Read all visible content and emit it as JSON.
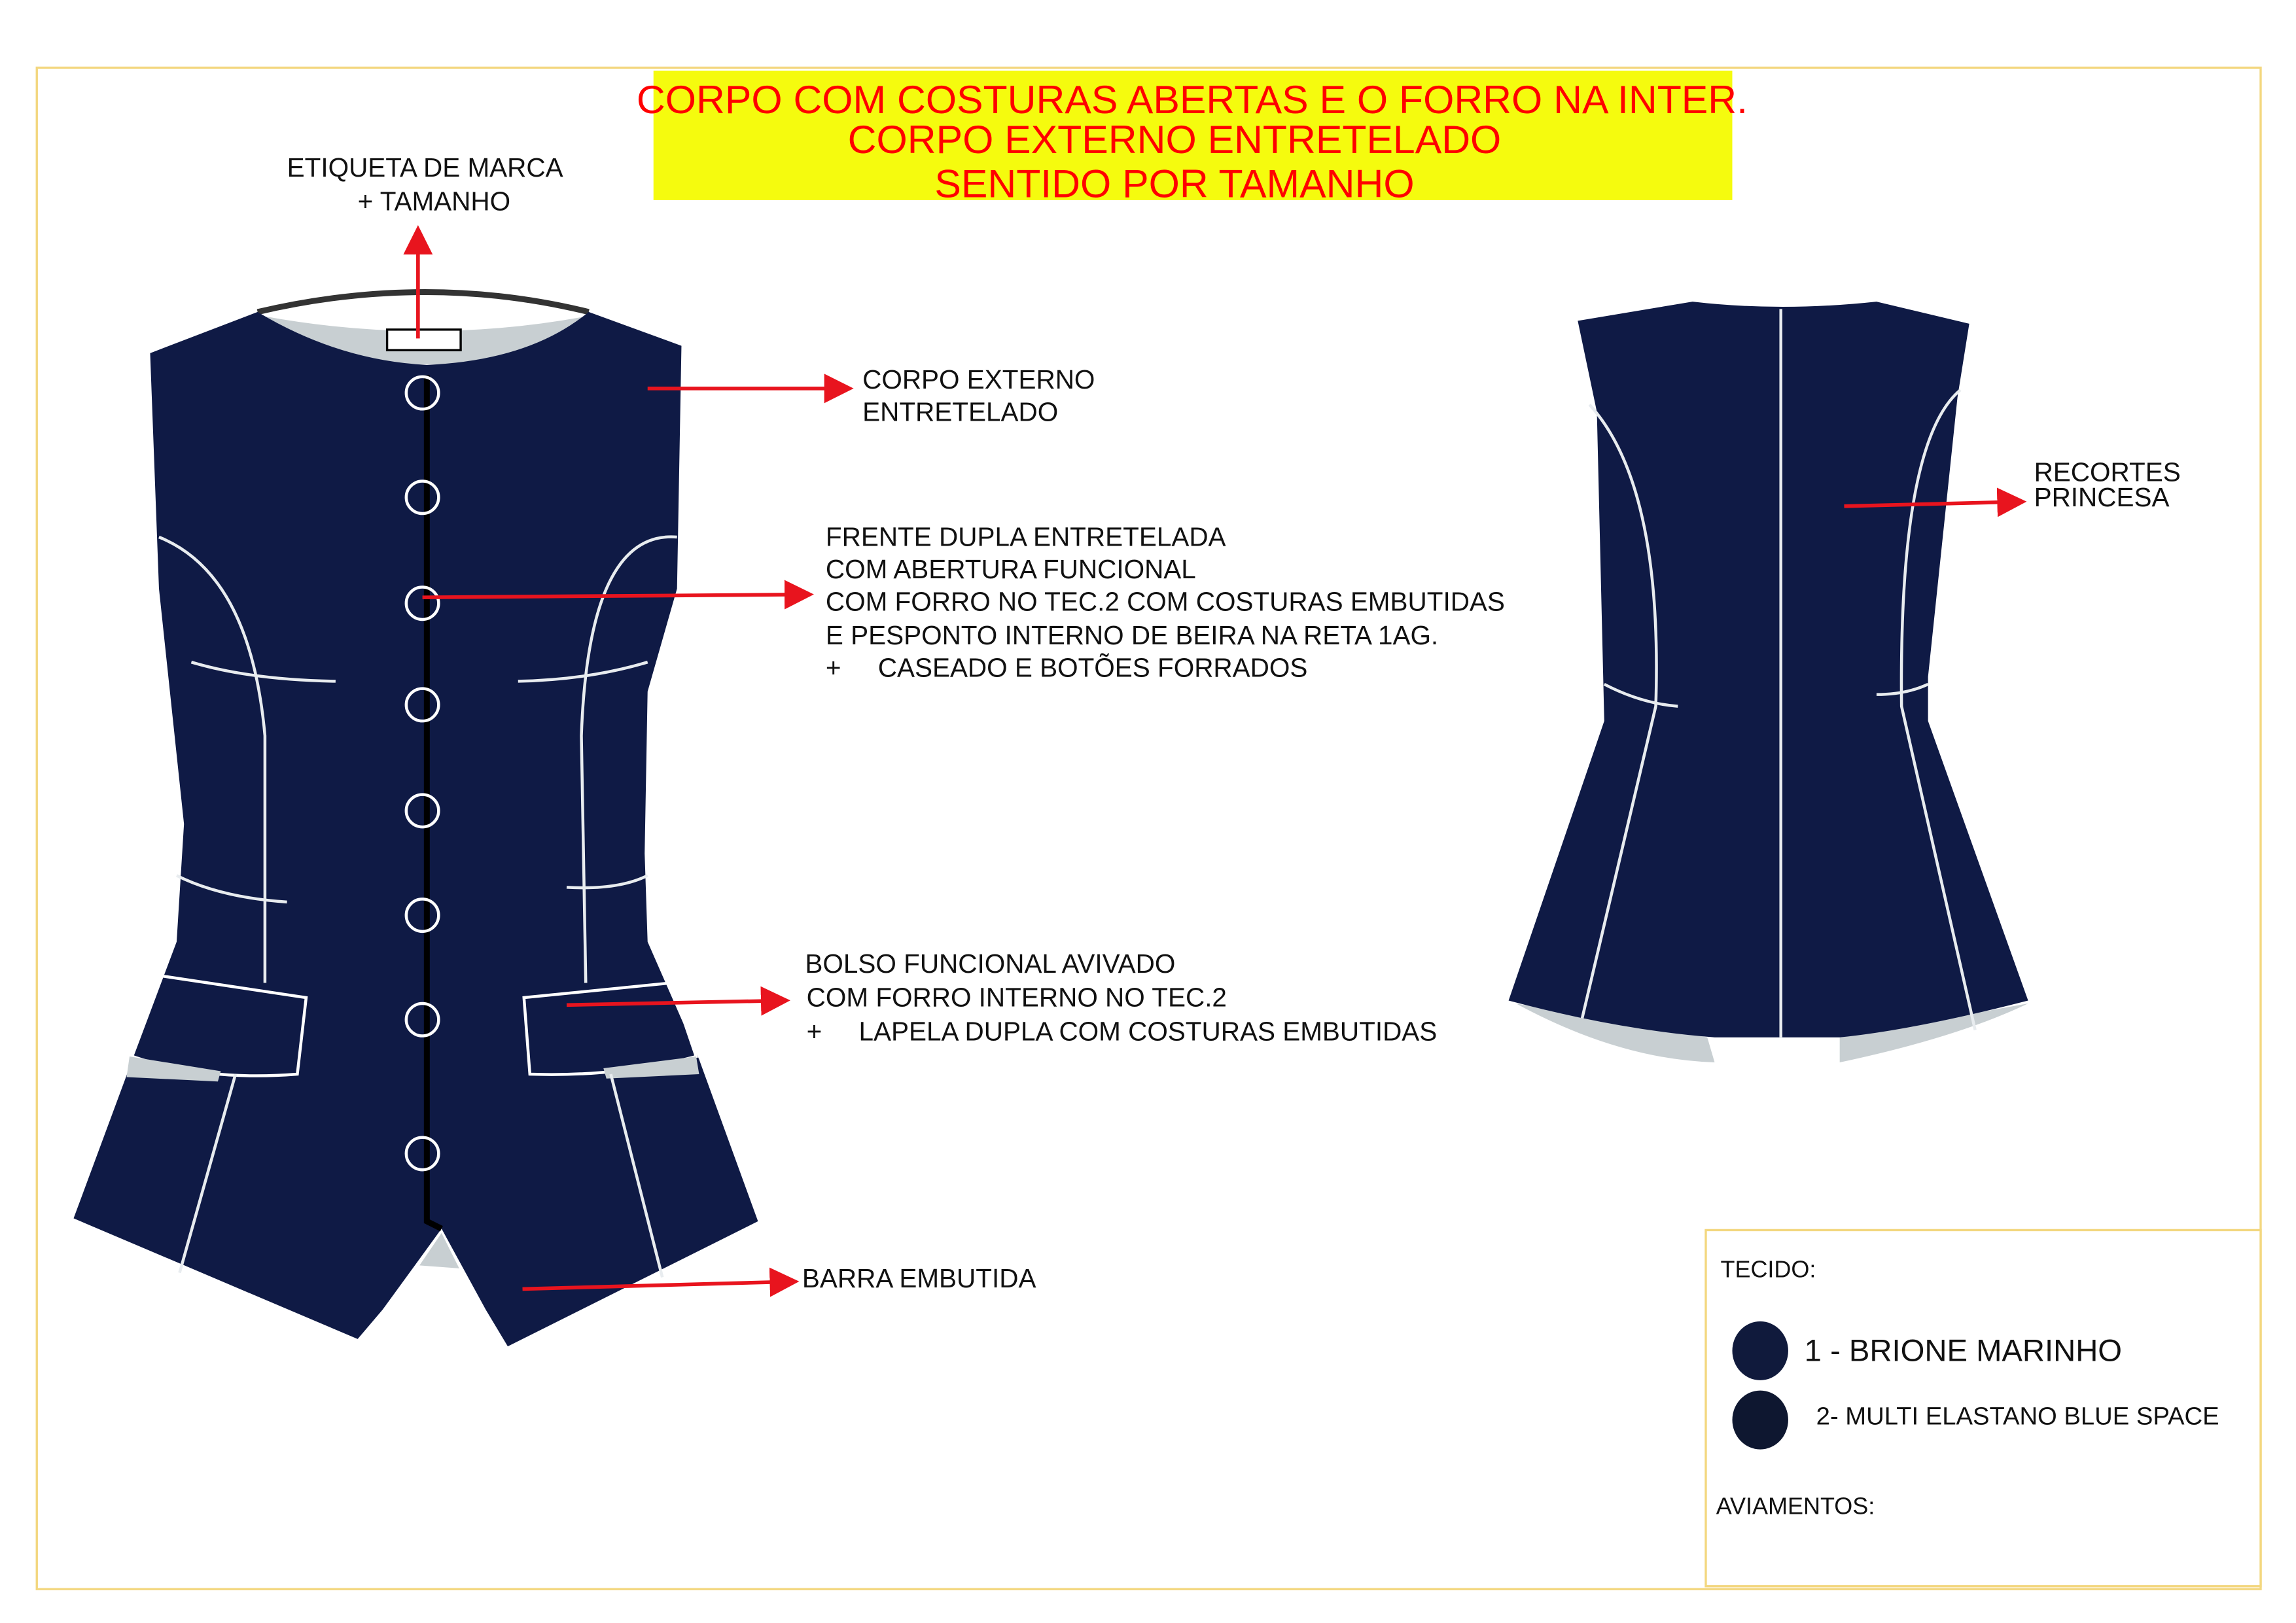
{
  "header": {
    "lines": [
      "CORPO COM COSTURAS ABERTAS E O FORRO NA INTER.",
      "CORPO EXTERNO ENTRETELADO",
      "SENTIDO POR TAMANHO"
    ],
    "highlight_color": "#f5fb0e",
    "text_color": "#ff0000"
  },
  "callouts": {
    "etiqueta": [
      "ETIQUETA DE MARCA",
      "+ TAMANHO"
    ],
    "corpo_externo": [
      "CORPO EXTERNO",
      "ENTRETELADO"
    ],
    "frente": [
      "FRENTE DUPLA ENTRETELADA",
      "COM ABERTURA FUNCIONAL",
      "COM FORRO NO TEC.2 COM COSTURAS EMBUTIDAS",
      "E PESPONTO INTERNO DE BEIRA NA RETA 1AG.",
      "+     CASEADO E BOTÕES FORRADOS"
    ],
    "bolso": [
      "BOLSO FUNCIONAL AVIVADO",
      "COM FORRO INTERNO NO TEC.2",
      "+     LAPELA DUPLA COM COSTURAS EMBUTIDAS"
    ],
    "barra": "BARRA EMBUTIDA",
    "recortes": [
      "RECORTES",
      "PRINCESA"
    ]
  },
  "materials": {
    "tecido_label": "TECIDO:",
    "fabrics": [
      {
        "label": "1 - BRIONE MARINHO",
        "color": "#101a3c"
      },
      {
        "label": "2- MULTI ELASTANO BLUE SPACE",
        "color": "#0e1730"
      }
    ],
    "aviamentos_label": "AVIAMENTOS:"
  },
  "colors": {
    "garment": "#0f1a45",
    "lining": "#c8cfd2",
    "arrow": "#e8141e",
    "frame": "#f3d77f"
  }
}
